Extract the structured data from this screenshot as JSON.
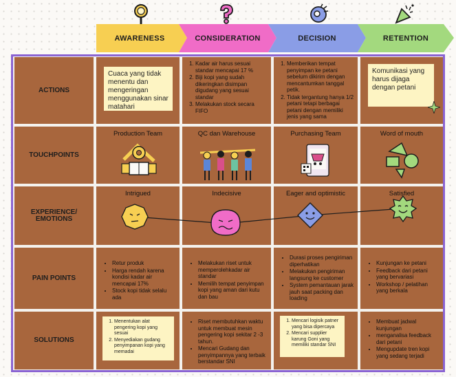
{
  "phases": [
    "AWARENESS",
    "CONSIDERATION",
    "DECISION",
    "RETENTION"
  ],
  "colors": {
    "awareness": "#f7cf52",
    "consideration": "#f06cc7",
    "decision": "#8a9de6",
    "retention": "#a3d97e",
    "cell": "#a8663d",
    "frame": "#8a63d2",
    "note": "#fdf4c3"
  },
  "rows": {
    "actions": "ACTIONS",
    "touchpoints": "TOUCHPOINTS",
    "experience_1": "EXPERIENCE/",
    "experience_2": "EMOTIONS",
    "pain_points": "PAIN POINTS",
    "solutions": "SOLUTIONS"
  },
  "actions": {
    "awareness_note": "Cuaca yang tidak menentu dan mengeringan menggunakan sinar matahari",
    "consideration": [
      "Kadar air harus sesuai standar mencapai 17 %",
      "Biji kopi yang sudah dikeringkan disimpan digudang yang sesuai standar",
      "Melakukan stock secara FIFO"
    ],
    "decision": [
      "Memberikan tempat penyimpan ke petani sebelum dikirim dengan mencantumkan tanggal petik.",
      "Tidak tergantung hanya 1/2 petani tetapi berbagai petani dengan memiliki jenis yang sama"
    ],
    "retention_note": "Komunikasi yang harus dijaga dengan petani"
  },
  "touchpoints": [
    "Production Team",
    "QC dan Warehouse",
    "Purchasing Team",
    "Word of mouth"
  ],
  "emotions": [
    "Intrigued",
    "Indecisive",
    "Eager and optimistic",
    "Satisfied"
  ],
  "pain_points": {
    "awareness": [
      "Retur produk",
      "Harga rendah karena kondisi kadar air mencapai 17%",
      "Stock kopi tidak selalu ada"
    ],
    "consideration": [
      "Melakukan riset untuk memperolehkadar air standar",
      "Memilih tempat penyimpan kopi yang aman dari kutu dan bau"
    ],
    "decision": [
      "Durasi proses pengiriman diperhatikan",
      "Melakukan pengiriman langsung ke customer",
      "System pemantauan jarak jauh saat packing dan loading"
    ],
    "retention": [
      "Kunjungan ke petani",
      "Feedback dari petani yang bervariasi",
      "Workshop / pelatihan yang berkala"
    ]
  },
  "solutions": {
    "awareness": [
      "Menentukan alat pengering kopi yang sesuai",
      "Menyediakan gudang penyimpanan kopi yang memadai"
    ],
    "consideration": [
      "Riset membutuhkan waktu untuk membuat mesin pengering kopi sekitar 2 -3 tahun.",
      "Mencari Gudang dan penyimpannya yang terbaik berstandar SNI"
    ],
    "decision": [
      "Mencari logisik patner yang bisa dipercaya",
      "Mencari supplier karung Goni yang memiliki standar SNI"
    ],
    "retention": [
      "Membuat jadwal kunjungan",
      "menganalisa feedback dari petani",
      "Mengupdate tren kopi yang sedang terjadi"
    ]
  }
}
